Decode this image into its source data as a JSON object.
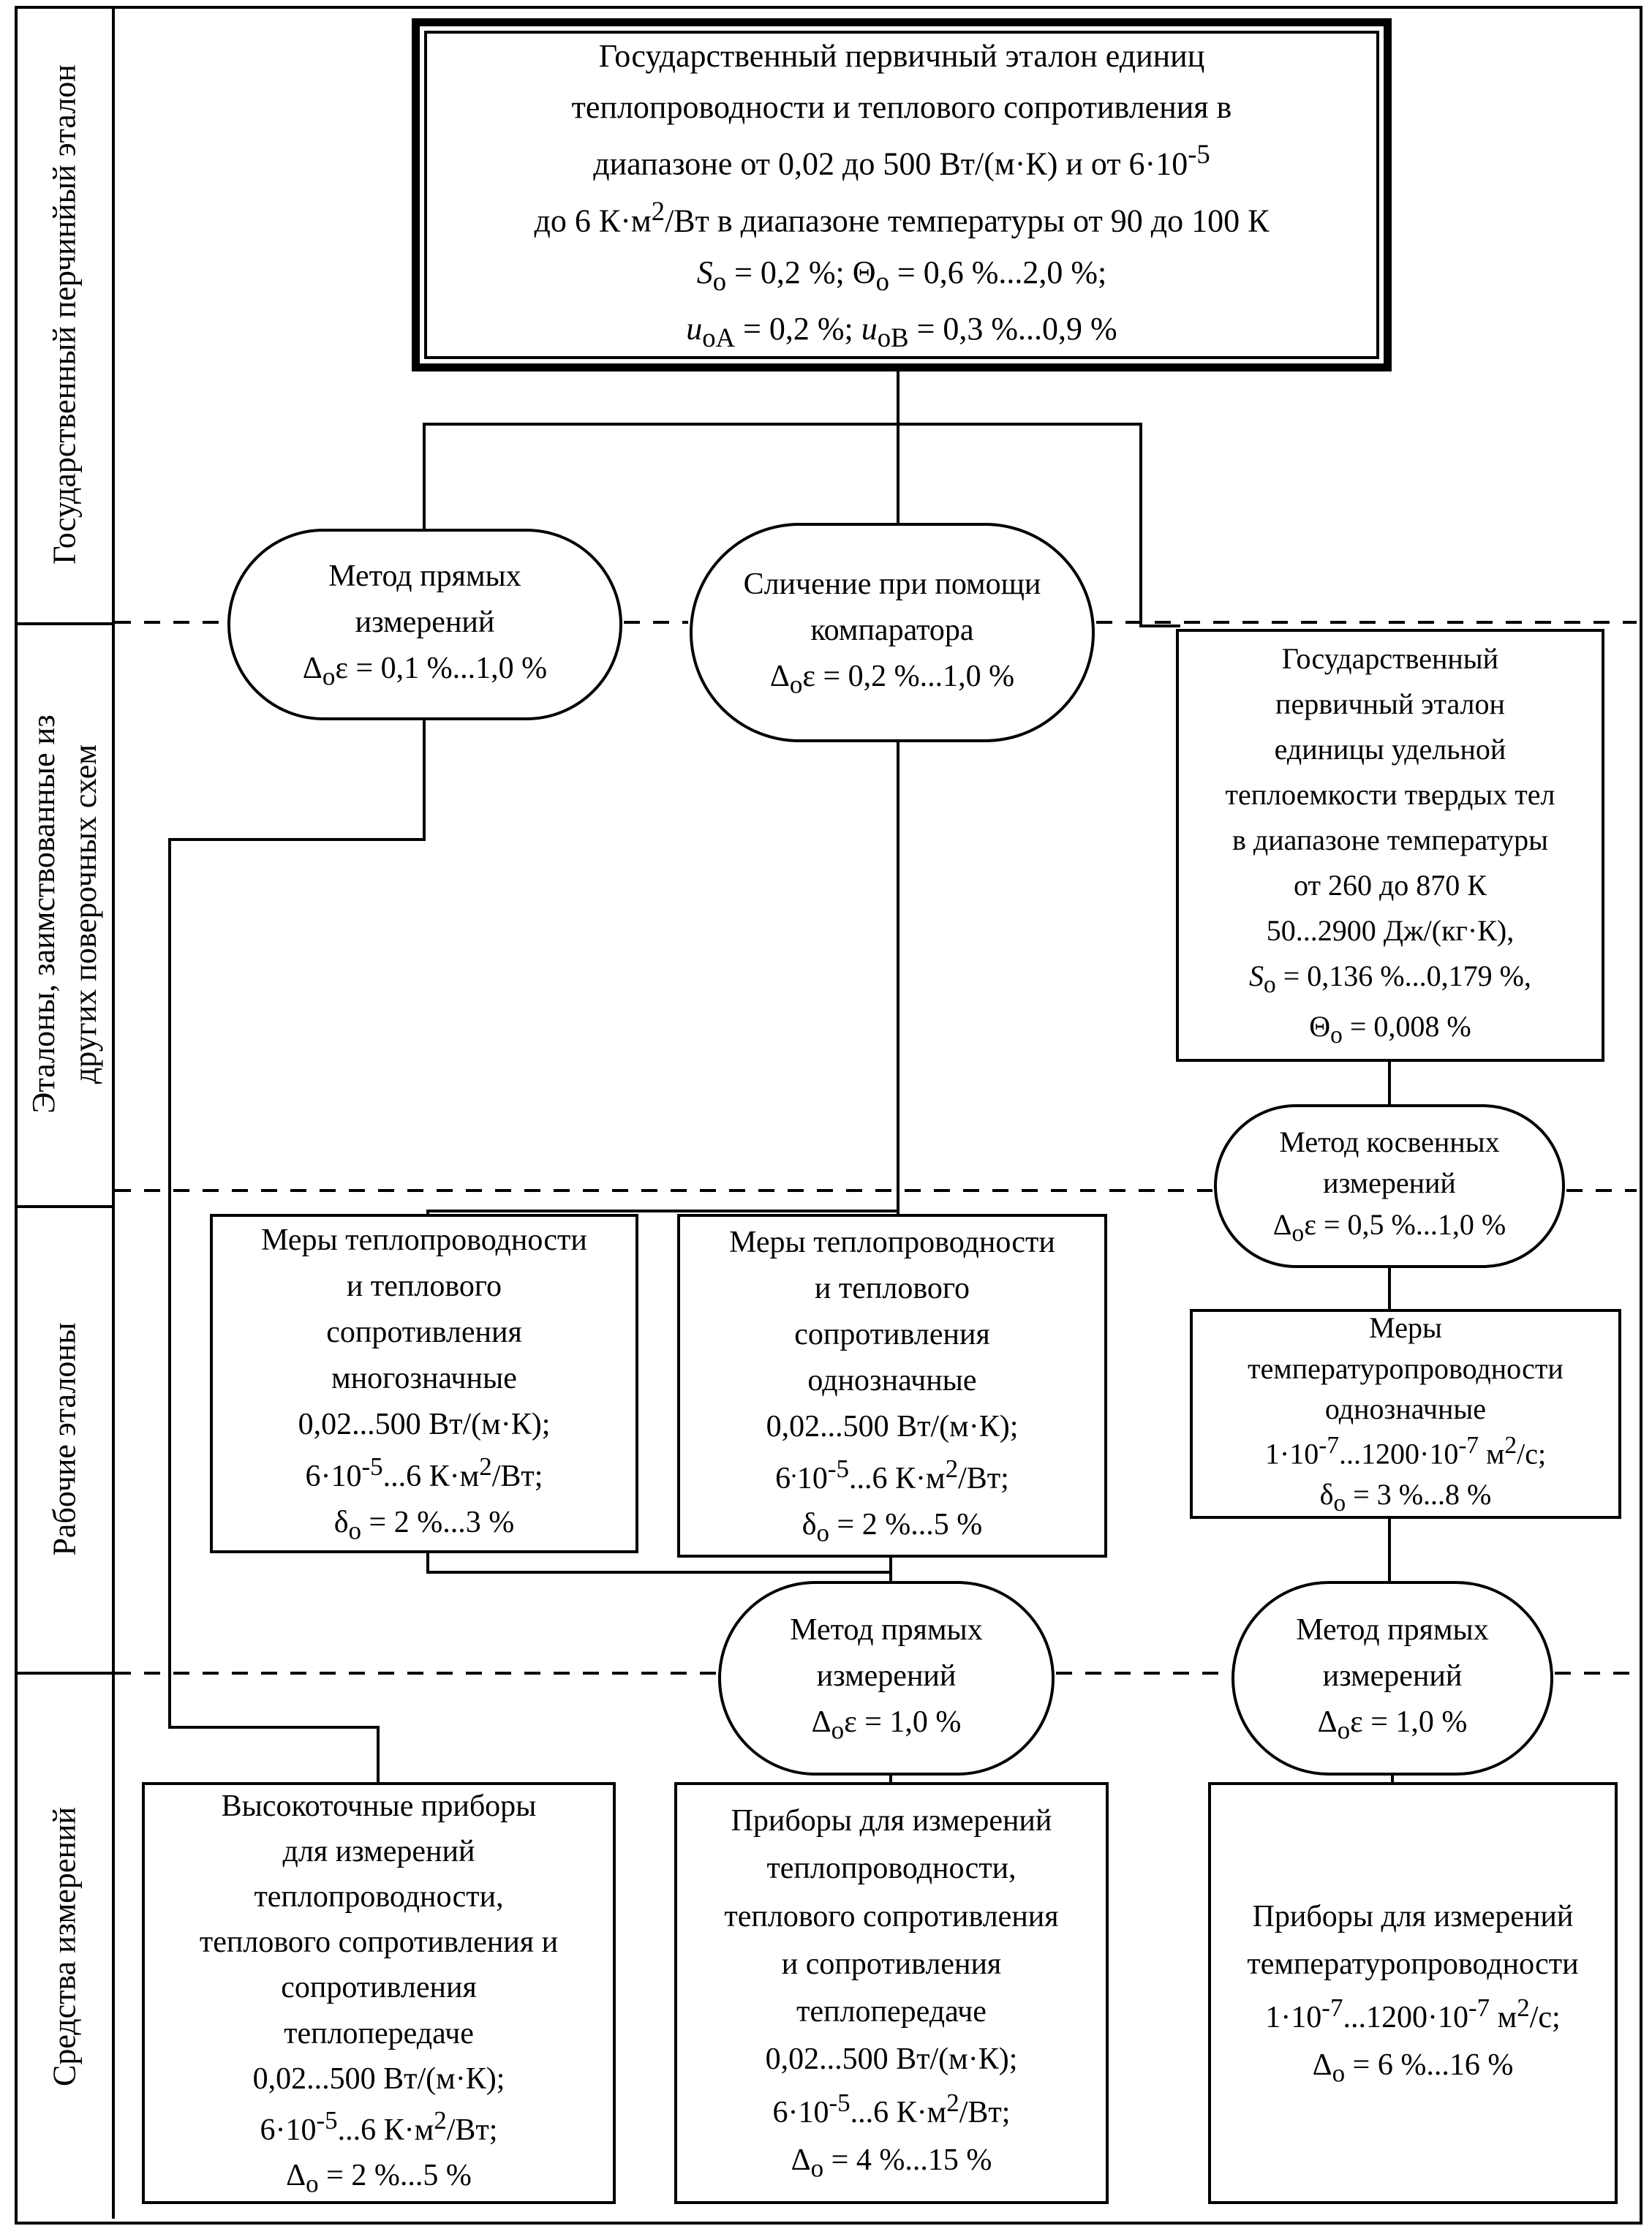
{
  "colors": {
    "ink": "#000000",
    "paper": "#ffffff"
  },
  "sidebar": {
    "sections": [
      {
        "id": "primary-standard-tier",
        "label": "Государственный перчинйый эталон"
      },
      {
        "id": "borrowed-standards-tier",
        "lines": [
          "Эталоны, заимствованные из",
          "других поверочных схем"
        ]
      },
      {
        "id": "working-standards-tier",
        "label": "Рабочие эталоны"
      },
      {
        "id": "measuring-instruments-tier",
        "label": "Средства измерений"
      }
    ]
  },
  "nodes": {
    "primary_standard": {
      "lines": [
        "Государственный первичный эталон единиц",
        "теплопроводности и теплового сопротивления в",
        "диапазоне от 0,02 до 500 Вт/(м·К) и от 6·10<sup>-5</sup>",
        "до 6 К·м<sup>2</sup>/Вт в диапазоне температуры от 90 до 100 К",
        "<i>S</i><sub>о</sub> = 0,2 %; Θ<sub>о</sub> = 0,6 %...2,0 %;",
        "<i>u</i><sub>оА</sub> = 0,2 %; <i>u</i><sub>оВ</sub> = 0,3 %...0,9 %"
      ]
    },
    "method_direct_top": {
      "lines": [
        "Метод прямых",
        "измерений",
        "Δ<sub>о</sub>ε = 0,1 %...1,0 %"
      ]
    },
    "comparator": {
      "lines": [
        "Сличение при помощи",
        "компаратора",
        "Δ<sub>о</sub>ε = 0,2 %...1,0 %"
      ]
    },
    "heat_capacity_standard": {
      "lines": [
        "Государственный",
        "первичный эталон",
        "единицы удельной",
        "теплоемкости твердых тел",
        "в диапазоне температуры",
        "от 260 до 870 К",
        "50...2900 Дж/(кг·К),",
        "<i>S</i><sub>о</sub> = 0,136 %...0,179 %,",
        "Θ<sub>о</sub> = 0,008 %"
      ]
    },
    "method_indirect": {
      "lines": [
        "Метод косвенных",
        "измерений",
        "Δ<sub>о</sub>ε = 0,5 %...1,0 %"
      ]
    },
    "measures_multivalued": {
      "lines": [
        "Меры теплопроводности",
        "и теплового",
        "сопротивления",
        "многозначные",
        "0,02...500 Вт/(м·К);",
        "6·10<sup>-5</sup>...6 К·м<sup>2</sup>/Вт;",
        "δ<sub>о</sub> = 2 %...3 %"
      ]
    },
    "measures_singlevalued": {
      "lines": [
        "Меры теплопроводности",
        "и теплового",
        "сопротивления",
        "однозначные",
        "0,02...500 Вт/(м·К);",
        "6<sup>.</sup>10<sup>-5</sup>...6 К·м<sup>2</sup>/Вт;",
        "δ<sub>о</sub> = 2 %...5 %"
      ]
    },
    "measures_diffusivity": {
      "lines": [
        "Меры",
        "температуропроводности",
        "однозначные",
        "1·10<sup>-7</sup>...1200·10<sup>-7</sup> м<sup>2</sup>/с;",
        "δ<sub>о</sub> = 3 %...8 %"
      ]
    },
    "method_direct_mid": {
      "lines": [
        "Метод прямых",
        "измерений",
        "Δ<sub>о</sub>ε = 1,0 %"
      ]
    },
    "method_direct_right": {
      "lines": [
        "Метод прямых",
        "измерений",
        "Δ<sub>о</sub>ε = 1,0 %"
      ]
    },
    "instruments_high_precision": {
      "lines": [
        "Высокоточные приборы",
        "для измерений",
        "теплопроводности,",
        "теплового сопротивления и",
        "сопротивления",
        "теплопередаче",
        "0,02...500 Вт/(м·К);",
        "6·10<sup>-5</sup>...6 К·м<sup>2</sup>/Вт;",
        "Δ<sub>о</sub> = 2 %...5 %"
      ]
    },
    "instruments_conductivity": {
      "lines": [
        "Приборы для измерений",
        "теплопроводности,",
        "теплового сопротивления",
        "и сопротивления",
        "теплопередаче",
        "0,02...500 Вт/(м·К);",
        "6·10<sup>-5</sup>...6 К·м<sup>2</sup>/Вт;",
        "Δ<sub>о</sub> = 4 %...15 %"
      ]
    },
    "instruments_diffusivity": {
      "lines": [
        "Приборы для измерений",
        "температуропроводности",
        "1·10<sup>-7</sup>...1200·10<sup>-7</sup> м<sup>2</sup>/с;",
        "Δ<sub>о</sub> = 6 %...16 %"
      ]
    }
  }
}
